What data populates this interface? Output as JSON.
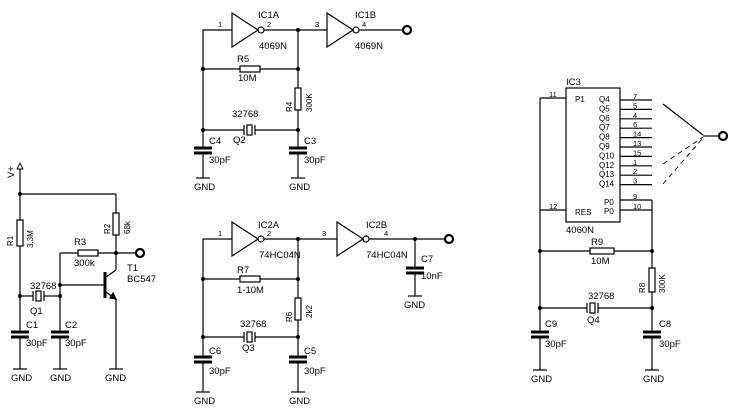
{
  "pins": {
    "p1": "1",
    "p2": "2",
    "p3": "3",
    "p4": "4",
    "p7": "7",
    "p5": "5",
    "p6": "6",
    "p14": "14",
    "p13": "13",
    "p15": "15",
    "p9": "9",
    "p10": "10",
    "p11": "11",
    "p12": "12"
  },
  "ic1a": {
    "name": "IC1A",
    "part": "4069N"
  },
  "ic1b": {
    "name": "IC1B",
    "part": "4069N"
  },
  "ic2a": {
    "name": "IC2A",
    "part": "74HC04N"
  },
  "ic2b": {
    "name": "IC2B",
    "part": "74HC04N"
  },
  "ic3": {
    "name": "IC3",
    "part": "4060N",
    "p1": "P1",
    "res": "RES",
    "p0": "P0",
    "p0b": "P0",
    "outputs": [
      "Q4",
      "Q5",
      "Q6",
      "Q7",
      "Q8",
      "Q9",
      "Q10",
      "Q12",
      "Q13",
      "Q14"
    ],
    "out_pins": [
      "7",
      "5",
      "4",
      "6",
      "14",
      "13",
      "15",
      "1",
      "2",
      "3"
    ]
  },
  "r1": {
    "name": "R1",
    "value": "3.3M"
  },
  "r2": {
    "name": "R2",
    "value": "68k"
  },
  "r3": {
    "name": "R3",
    "value": "300k"
  },
  "r4": {
    "name": "R4",
    "value": "300K"
  },
  "r5": {
    "name": "R5",
    "value": "10M"
  },
  "r6": {
    "name": "R6",
    "value": "2k2"
  },
  "r7": {
    "name": "R7",
    "value": "1-10M"
  },
  "r8": {
    "name": "R8",
    "value": "300K"
  },
  "r9": {
    "name": "R9",
    "value": "10M"
  },
  "c1": {
    "name": "C1",
    "value": "30pF"
  },
  "c2": {
    "name": "C2",
    "value": "30pF"
  },
  "c3": {
    "name": "C3",
    "value": "30pF"
  },
  "c4": {
    "name": "C4",
    "value": "30pF"
  },
  "c5": {
    "name": "C5",
    "value": "30pF"
  },
  "c6": {
    "name": "C6",
    "value": "30pF"
  },
  "c7": {
    "name": "C7",
    "value": "10nF"
  },
  "c8": {
    "name": "C8",
    "value": "30pF"
  },
  "c9": {
    "name": "C9",
    "value": "30pF"
  },
  "q1": {
    "name": "Q1",
    "value": "32768"
  },
  "q2": {
    "name": "Q2",
    "value": "32768"
  },
  "q3": {
    "name": "Q3",
    "value": "32768"
  },
  "q4": {
    "name": "Q4",
    "value": "32768"
  },
  "t1": {
    "name": "T1",
    "part": "BC547"
  },
  "supply": "V+",
  "gnd": "GND"
}
